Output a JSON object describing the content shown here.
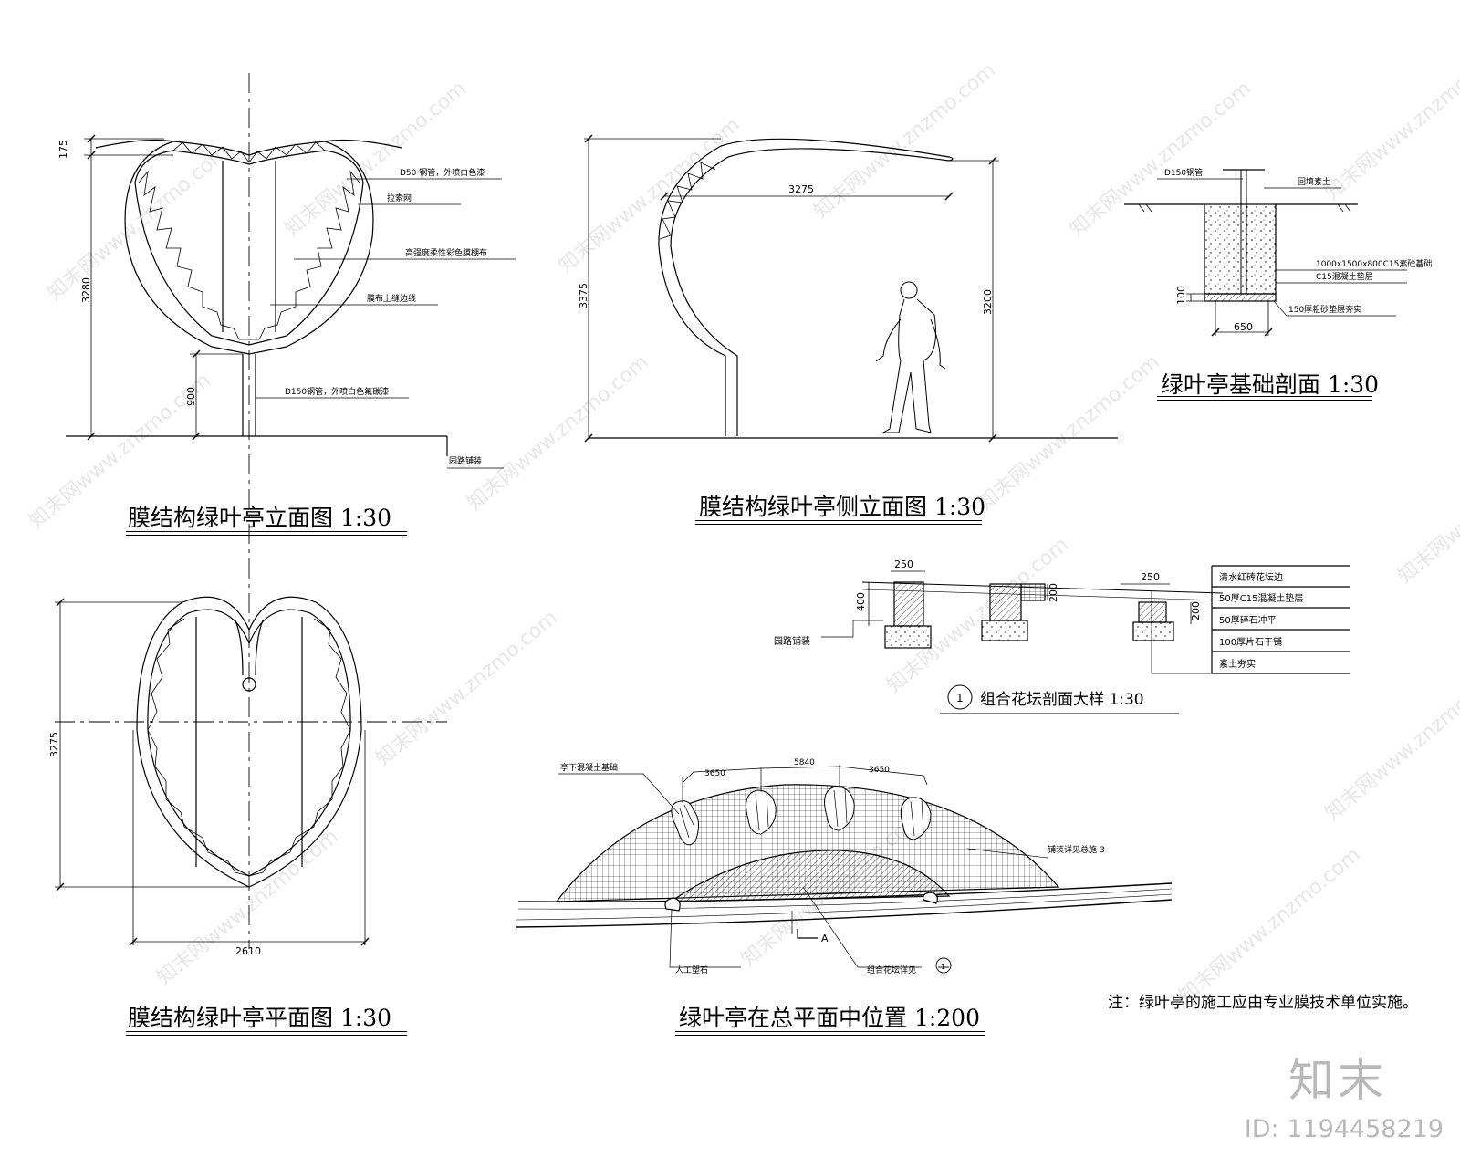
{
  "views": {
    "elevation": {
      "title": "膜结构绿叶亭立面图  1:30",
      "dims": {
        "top": "175",
        "height": "3280",
        "stem": "900"
      },
      "labels": [
        "D50 钢管，外喷白色漆",
        "拉索网",
        "高强度柔性彩色膜棚布",
        "膜布上缝边线",
        "D150钢管，外喷白色氟碳漆",
        "园路铺装"
      ]
    },
    "side_elevation": {
      "title": "膜结构绿叶亭侧立面图  1:30",
      "dims": {
        "width": "3275",
        "height_left": "3375",
        "height_right": "3200"
      }
    },
    "foundation": {
      "title": "绿叶亭基础剖面  1:30",
      "labels": [
        "D150钢管",
        "回填素土",
        "1000x1500x800C15素砼基础",
        "C15混凝土垫层",
        "150厚粗砂垫层夯实"
      ],
      "dims": {
        "depth": "100",
        "width": "650"
      }
    },
    "planter_section": {
      "title": "组合花坛剖面大样  1:30",
      "callout": "1",
      "dims": {
        "w1": "250",
        "h1": "400",
        "h2": "200",
        "w2": "250",
        "h3": "200"
      },
      "left_label": "园路铺装",
      "legend": [
        "清水红砖花坛边",
        "50厚C15混凝土垫层",
        "50厚碎石冲平",
        "100厚片石干铺",
        "素土夯实"
      ]
    },
    "plan": {
      "title": "膜结构绿叶亭平面图  1:30",
      "dims": {
        "height": "3275",
        "width": "2610"
      }
    },
    "site_plan": {
      "title": "绿叶亭在总平面中位置  1:200",
      "dims": [
        "3650",
        "5840",
        "3650"
      ],
      "labels": {
        "pavilion": "亭下混凝土基础",
        "paving": "铺装详见总施-3",
        "rock": "人工塑石",
        "planter": "组合花坛详见",
        "section": "A"
      },
      "callout": "1"
    }
  },
  "note": "注：绿叶亭的施工应由专业膜技术单位实施。",
  "watermark": {
    "brand": "知末",
    "id": "ID: 1194458219",
    "tile": "知末网www.znzmo.com"
  }
}
